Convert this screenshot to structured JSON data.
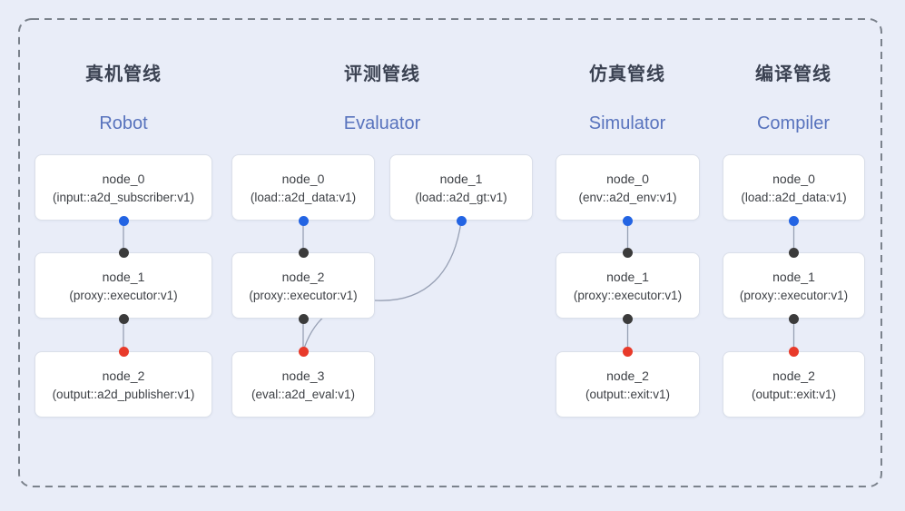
{
  "pipelines": [
    {
      "title_zh": "真机管线",
      "title_en": "Robot",
      "nodes": [
        {
          "name": "node_0",
          "type": "(input::a2d_subscriber:v1)"
        },
        {
          "name": "node_1",
          "type": "(proxy::executor:v1)"
        },
        {
          "name": "node_2",
          "type": "(output::a2d_publisher:v1)"
        }
      ]
    },
    {
      "title_zh": "评测管线",
      "title_en": "Evaluator",
      "nodes": [
        {
          "name": "node_0",
          "type": "(load::a2d_data:v1)"
        },
        {
          "name": "node_1",
          "type": "(load::a2d_gt:v1)"
        },
        {
          "name": "node_2",
          "type": "(proxy::executor:v1)"
        },
        {
          "name": "node_3",
          "type": "(eval::a2d_eval:v1)"
        }
      ]
    },
    {
      "title_zh": "仿真管线",
      "title_en": "Simulator",
      "nodes": [
        {
          "name": "node_0",
          "type": "(env::a2d_env:v1)"
        },
        {
          "name": "node_1",
          "type": "(proxy::executor:v1)"
        },
        {
          "name": "node_2",
          "type": "(output::exit:v1)"
        }
      ]
    },
    {
      "title_zh": "编译管线",
      "title_en": "Compiler",
      "nodes": [
        {
          "name": "node_0",
          "type": "(load::a2d_data:v1)"
        },
        {
          "name": "node_1",
          "type": "(proxy::executor:v1)"
        },
        {
          "name": "node_2",
          "type": "(output::exit:v1)"
        }
      ]
    }
  ],
  "colors": {
    "background": "#e9edf8",
    "border_dash": "#7b828c",
    "title_zh": "#3b4252",
    "title_en": "#5873bd",
    "node_text": "#3d4045",
    "node_bg": "#ffffff",
    "node_border": "#dadfe9",
    "connector": "#97a0b4",
    "dot_input": "#2364e3",
    "dot_mid": "#3b3b3b",
    "dot_output": "#e83a2a"
  }
}
